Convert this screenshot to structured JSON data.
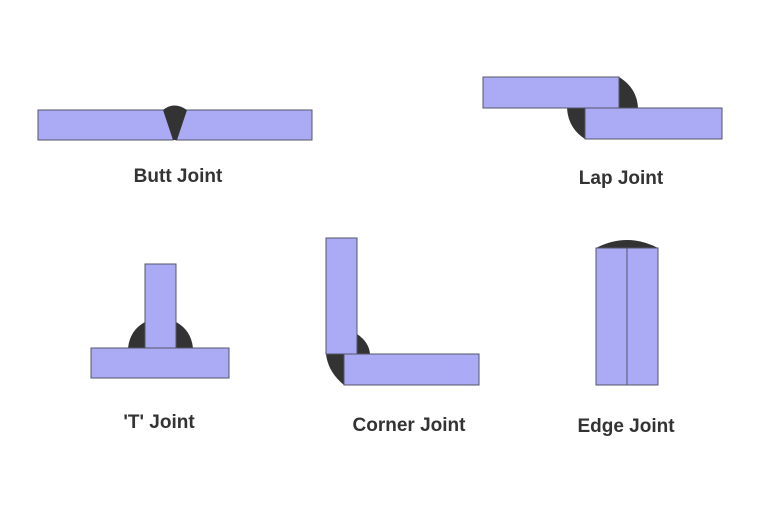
{
  "colors": {
    "background": "#ffffff",
    "plate_fill": "#aaaaf5",
    "plate_stroke": "#555566",
    "weld_fill": "#333333",
    "label_text": "#333333"
  },
  "joints": {
    "butt": {
      "label": "Butt Joint"
    },
    "lap": {
      "label": "Lap Joint"
    },
    "t": {
      "label": "'T' Joint"
    },
    "corner": {
      "label": "Corner Joint"
    },
    "edge": {
      "label": "Edge Joint"
    }
  }
}
